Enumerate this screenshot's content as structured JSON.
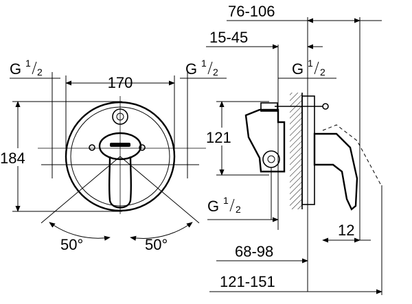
{
  "labels": {
    "width_176_106": "76-106",
    "width_15_45": "15-45",
    "width_170": "170",
    "height_184": "184",
    "height_121": "121",
    "angle_left": "50°",
    "angle_right": "50°",
    "dim_12": "12",
    "dim_68_98": "68-98",
    "dim_121_151": "121-151",
    "thread_top_left": {
      "g": "G",
      "num": "1",
      "den": "2"
    },
    "thread_top_center": {
      "g": "G",
      "num": "1",
      "den": "2"
    },
    "thread_top_right": {
      "g": "G",
      "num": "1",
      "den": "2"
    },
    "thread_bottom": {
      "g": "G",
      "num": "1",
      "den": "2"
    }
  }
}
